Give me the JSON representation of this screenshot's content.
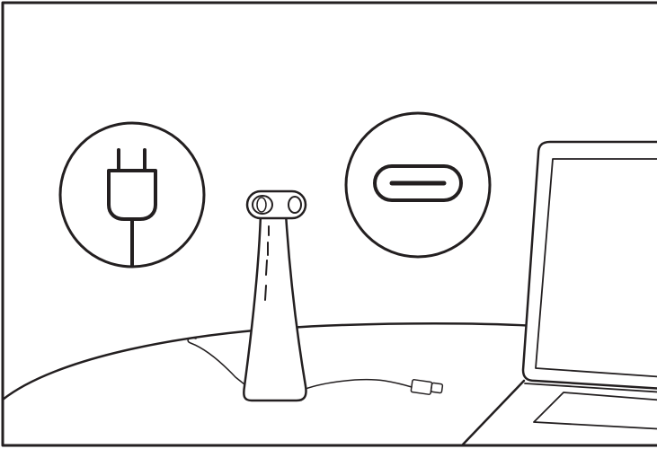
{
  "colors": {
    "stroke": "#231f20",
    "background": "#ffffff"
  },
  "icons": {
    "power_plug": "power-plug-icon",
    "usb_c_port": "usb-c-port-icon"
  },
  "objects": [
    "desk",
    "camera-tower",
    "usb-c-cable",
    "laptop"
  ]
}
